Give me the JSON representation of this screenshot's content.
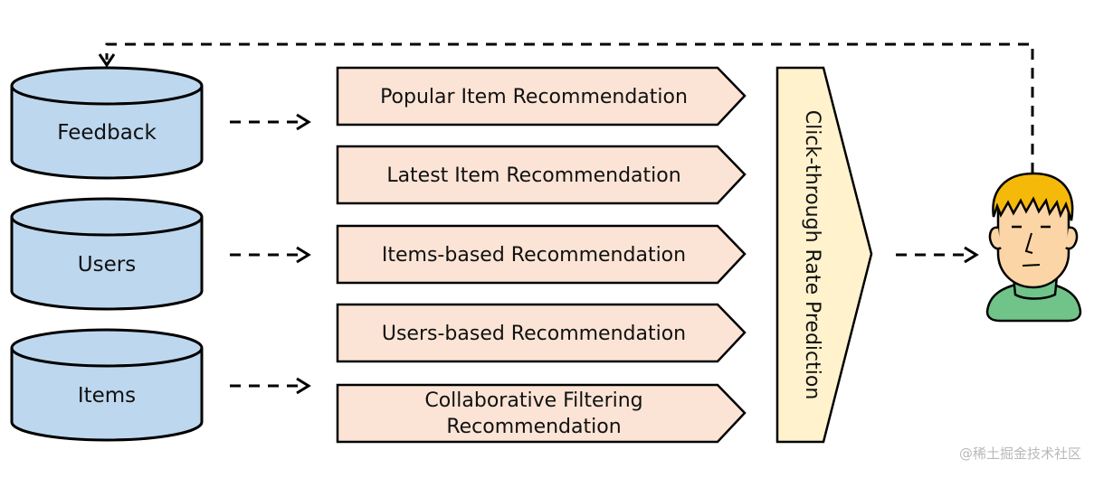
{
  "databases": [
    {
      "id": "feedback",
      "label": "Feedback"
    },
    {
      "id": "users",
      "label": "Users"
    },
    {
      "id": "items",
      "label": "Items"
    }
  ],
  "recommenders": [
    {
      "id": "popular",
      "lines": [
        "Popular Item Recommendation"
      ]
    },
    {
      "id": "latest",
      "lines": [
        "Latest Item Recommendation"
      ]
    },
    {
      "id": "items-based",
      "lines": [
        "Items-based Recommendation"
      ]
    },
    {
      "id": "users-based",
      "lines": [
        "Users-based Recommendation"
      ]
    },
    {
      "id": "collaborative",
      "lines": [
        "Collaborative Filtering",
        "Recommendation"
      ]
    }
  ],
  "ctr_stage": {
    "label": "Click-through Rate Prediction"
  },
  "watermark": "@稀土掘金技术社区",
  "colors": {
    "database_fill": "#bdd7ee",
    "recommender_fill": "#fbe4d5",
    "ctr_fill": "#fff2cc",
    "hair": "#f5b90a",
    "skin": "#fbd5a5",
    "shirt": "#70c48a",
    "stroke": "#000000"
  },
  "icons": {
    "user": "user-avatar-icon",
    "arrow": "dashed-arrow-icon"
  }
}
